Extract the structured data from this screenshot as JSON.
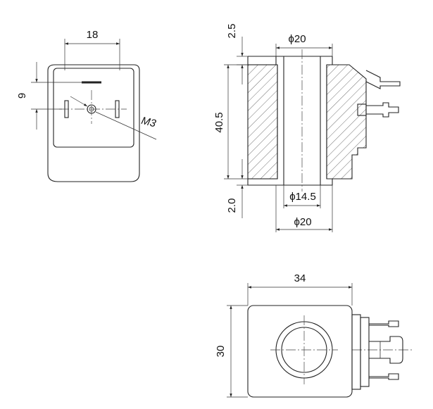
{
  "front_view": {
    "width_dim": "18",
    "height_dim": "9",
    "thread_dim": "M3"
  },
  "section_view": {
    "top_offset_dim": "2.5",
    "top_bore_dim": "ϕ20",
    "height_dim": "40.5",
    "bottom_offset_dim": "2.0",
    "inner_bore_dim": "ϕ14.5",
    "bottom_bore_dim": "ϕ20"
  },
  "top_view": {
    "width_dim": "34",
    "height_dim": "30"
  }
}
